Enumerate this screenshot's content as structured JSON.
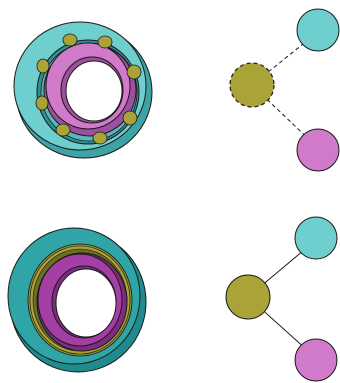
{
  "colors": {
    "background": "#ffffff",
    "outer_ring": "#6fcfcf",
    "inner_ring_light": "#d07ac9",
    "inner_ring_assembled": "#a33fa5",
    "rolling_elements": "#a9a338",
    "stroke": "#1a1a1a",
    "seal_rim": "#8a8a30"
  },
  "diagrams": [
    {
      "variant": "separated",
      "illustration": "bearing-exploded",
      "link_style": "dashed",
      "center_style": "dashed",
      "nodes": [
        {
          "role": "rolling-elements",
          "color_key": "rolling_elements"
        },
        {
          "role": "outer-ring",
          "color_key": "outer_ring"
        },
        {
          "role": "inner-ring",
          "color_key": "inner_ring_light"
        }
      ]
    },
    {
      "variant": "assembled",
      "illustration": "bearing-sealed",
      "link_style": "solid",
      "center_style": "solid",
      "nodes": [
        {
          "role": "rolling-elements",
          "color_key": "rolling_elements"
        },
        {
          "role": "outer-ring",
          "color_key": "outer_ring"
        },
        {
          "role": "inner-ring",
          "color_key": "inner_ring_light"
        }
      ]
    }
  ]
}
